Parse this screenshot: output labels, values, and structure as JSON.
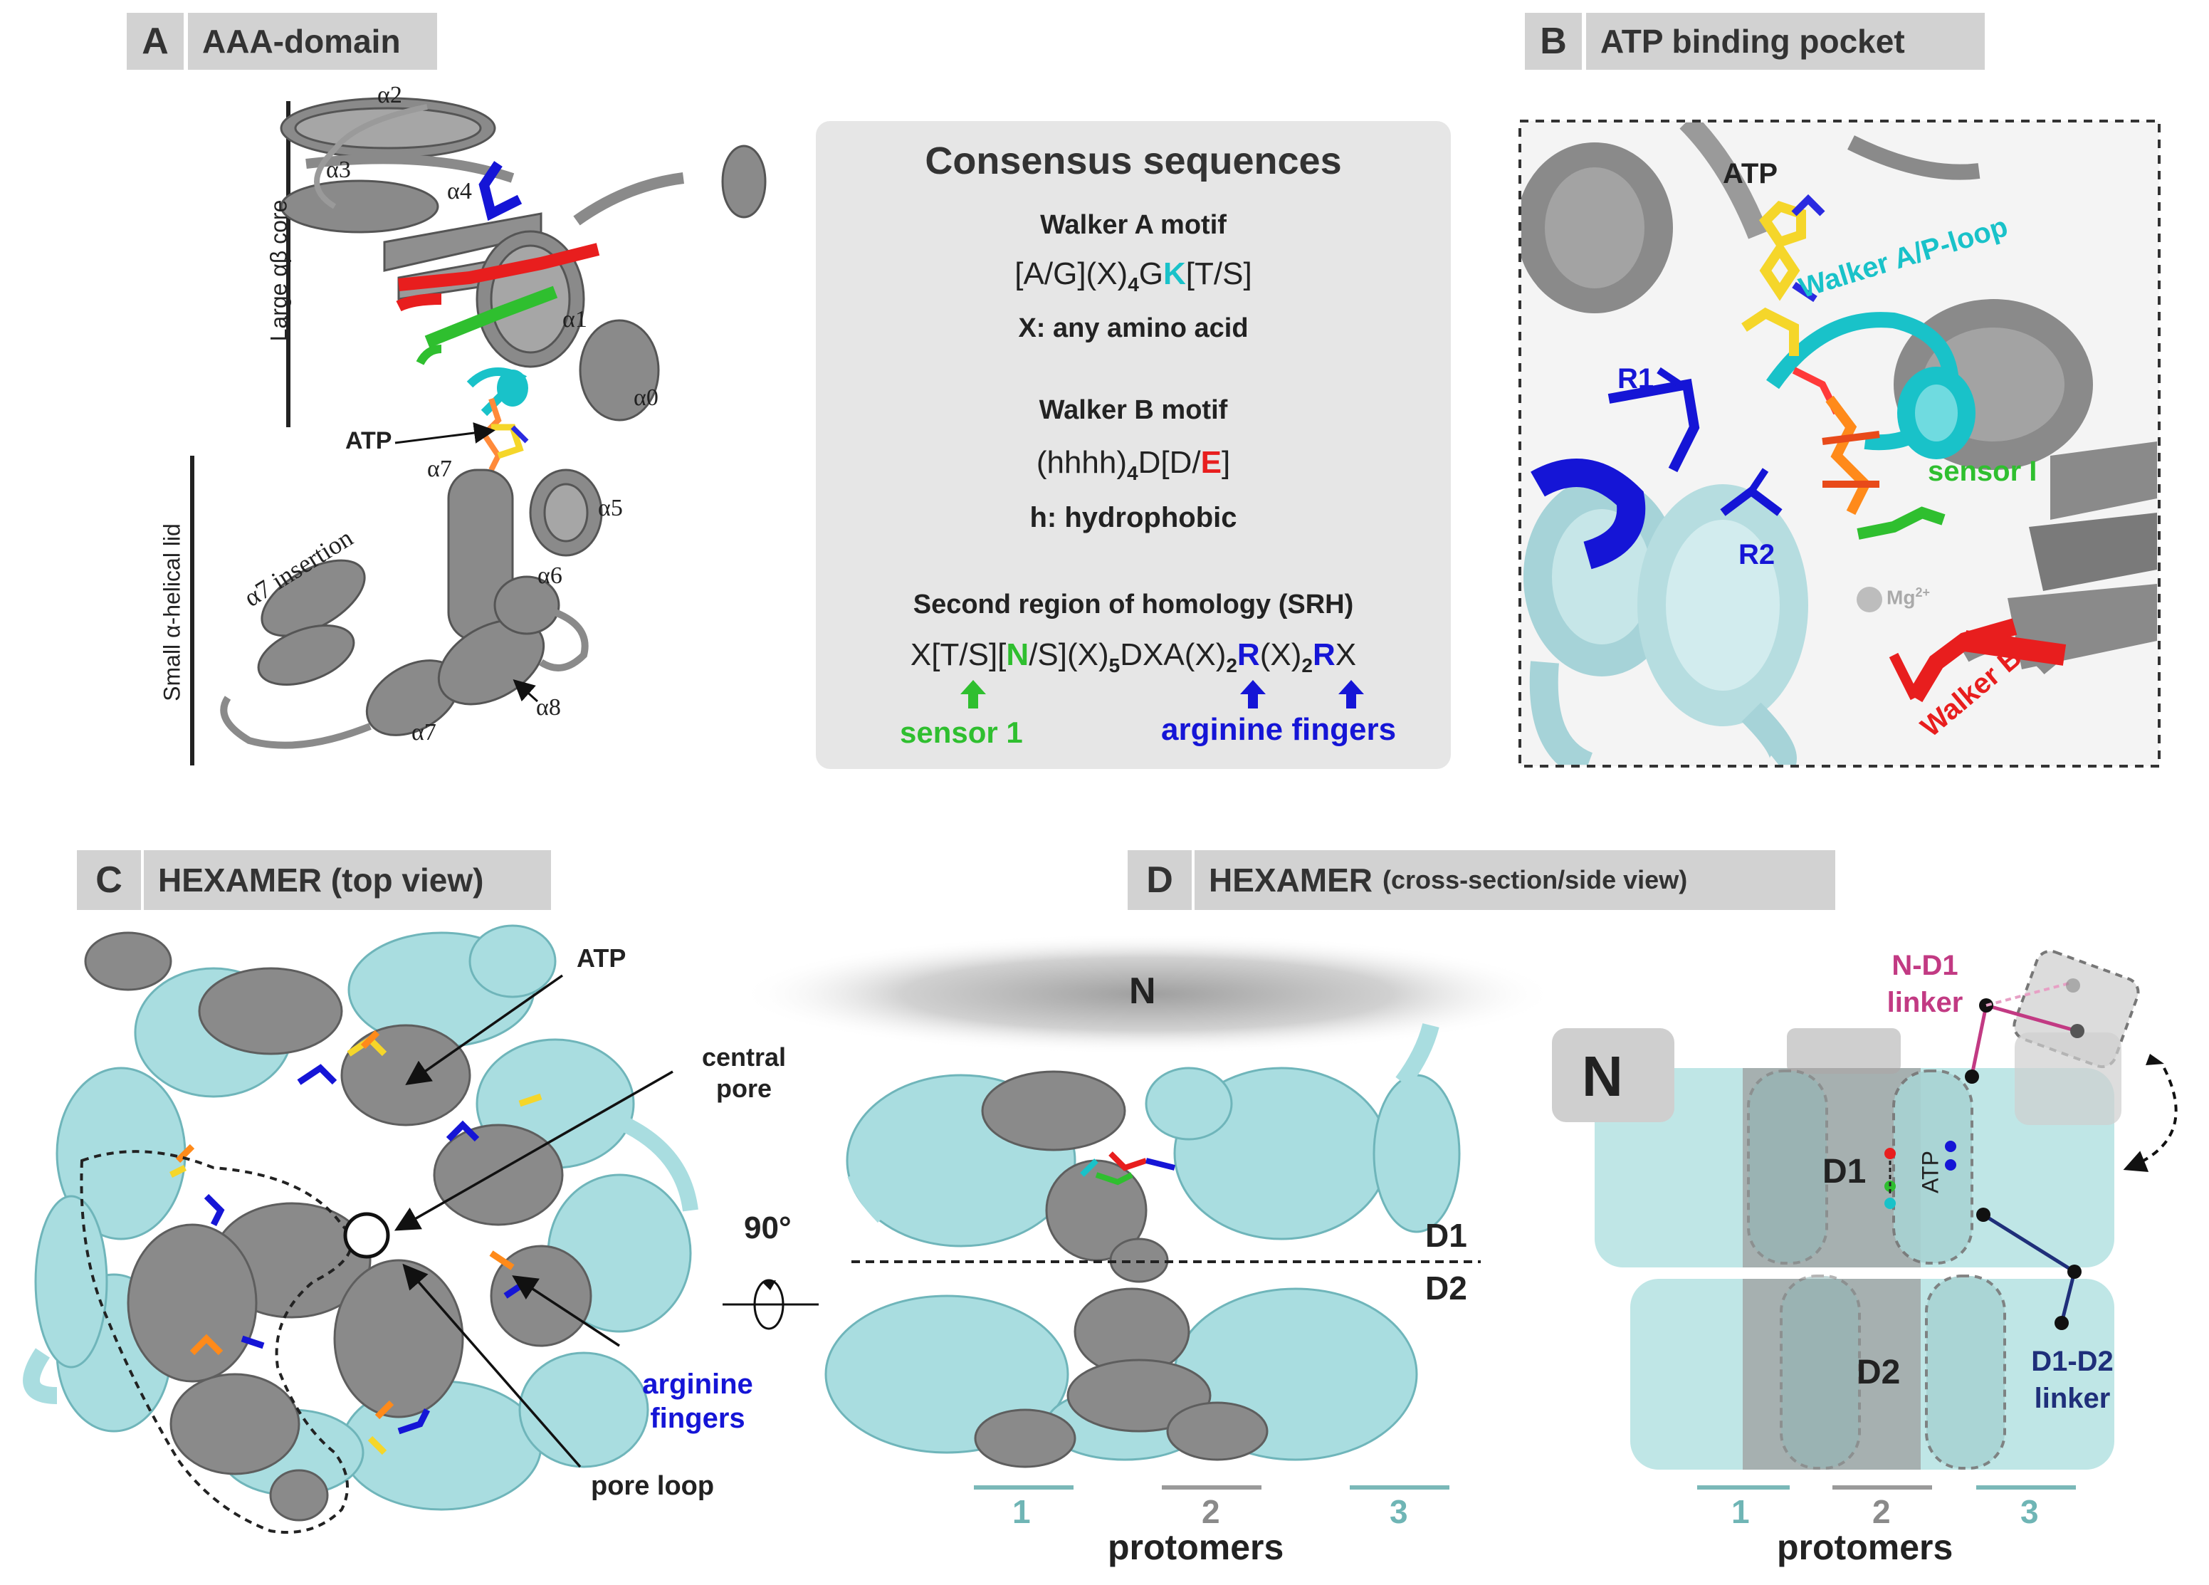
{
  "panels": {
    "a": {
      "letter": "A",
      "title": "AAA-domain"
    },
    "b": {
      "letter": "B",
      "title": "ATP binding pocket"
    },
    "c": {
      "letter": "C",
      "title": "HEXAMER (top view)"
    },
    "d": {
      "letter": "D",
      "title_main": "HEXAMER",
      "title_sub": "(cross-section/side view)"
    }
  },
  "panel_a": {
    "helices": [
      "α2",
      "α3",
      "α4",
      "α1",
      "α0",
      "α7",
      "α5",
      "α6",
      "α7 insertion",
      "α8",
      "α7"
    ],
    "atp_label": "ATP",
    "core_label": "Large αβ core",
    "lid_label": "Small α-helical lid"
  },
  "consensus": {
    "title": "Consensus sequences",
    "walker_a_title": "Walker A motif",
    "walker_a_seq": {
      "p1": "[A/G](X)",
      "sub": "4",
      "p2": "G",
      "k": "K",
      "p3": "[T/S]"
    },
    "walker_a_note": "X: any amino acid",
    "walker_b_title": "Walker B motif",
    "walker_b_seq": {
      "p1": "(hhhh)",
      "sub": "4",
      "p2": "D[D/",
      "e": "E",
      "p3": "]"
    },
    "walker_b_note": "h: hydrophobic",
    "srh_title": "Second region of homology (SRH)",
    "srh_seq": {
      "p1": "X[T/S][",
      "n": "N",
      "p2": "/S](X)",
      "sub1": "5",
      "p3": "DXA(X)",
      "sub2": "2",
      "r1": "R",
      "p4": "(X)",
      "sub3": "2",
      "r2": "R",
      "p5": "X"
    },
    "sensor_label": "sensor 1",
    "arginine_label": "arginine fingers"
  },
  "panel_b": {
    "atp": "ATP",
    "walker_a": "Walker A/P-loop",
    "r1": "R1",
    "r2": "R2",
    "sensor": "sensor I",
    "mg": "Mg",
    "mg_sup": "2+",
    "walker_b": "Walker B"
  },
  "panel_c": {
    "atp": "ATP",
    "central_pore": "central pore",
    "arginine": "arginine fingers",
    "pore_loop": "pore loop",
    "rotation": "90°"
  },
  "panel_d": {
    "n_top": "N",
    "d1": "D1",
    "d2": "D2",
    "protomer_numbers": [
      "1",
      "2",
      "3"
    ],
    "protomers_label": "protomers"
  },
  "schematic": {
    "n_box": "N",
    "n_d1_linker": "N-D1 linker",
    "d1": "D1",
    "d2": "D2",
    "atp": "ATP",
    "d1_d2_linker": "D1-D2 linker",
    "protomer_numbers": [
      "1",
      "2",
      "3"
    ],
    "protomers_label": "protomers"
  },
  "colors": {
    "cyan_protein": "#9fd6d9",
    "gray_protein": "#7d7d7d",
    "walker_a_cyan": "#19c2c9",
    "blue": "#1515d6",
    "green": "#2fbf2f",
    "red": "#e81e1e",
    "magenta": "#c23a83",
    "navy": "#1f2f7a",
    "schematic_cyan": "#bfe6e6"
  }
}
